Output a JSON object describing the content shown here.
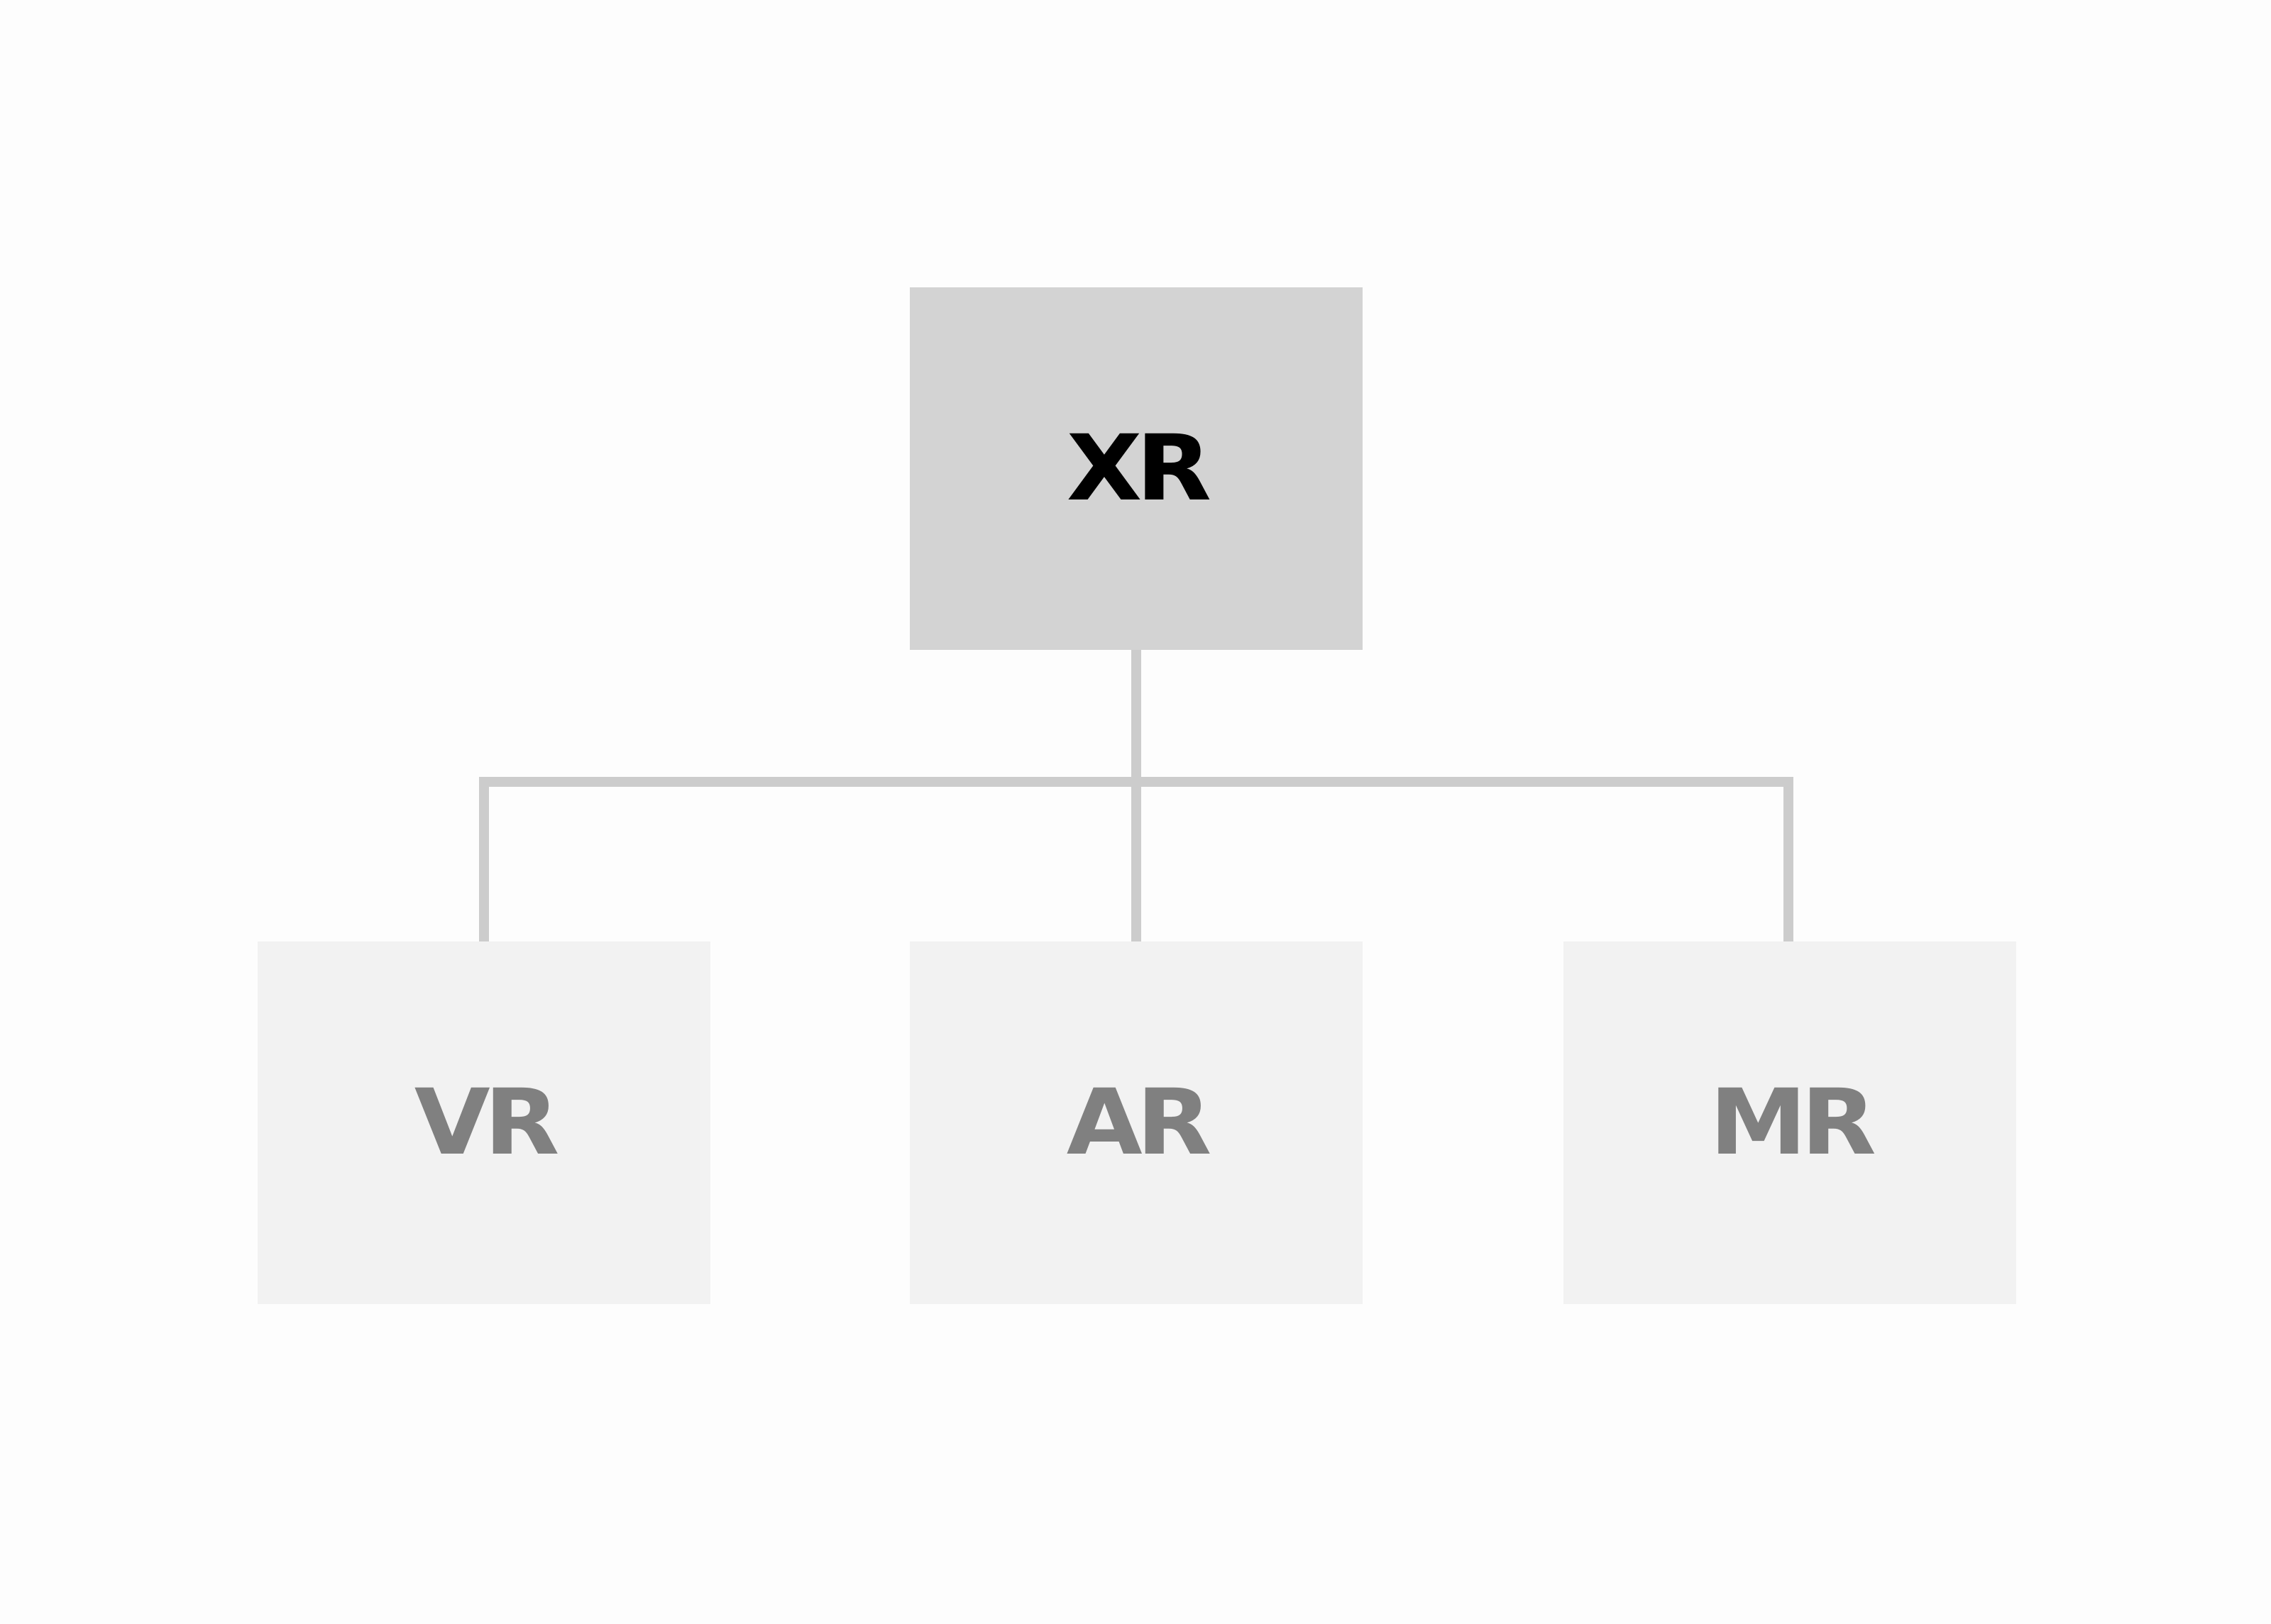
{
  "diagram": {
    "root": {
      "label": "XR",
      "fill": "#d3d3d3",
      "text_color": "#000000"
    },
    "children": [
      {
        "label": "VR",
        "fill": "#f2f2f2",
        "text_color": "#808080"
      },
      {
        "label": "AR",
        "fill": "#f2f2f2",
        "text_color": "#808080"
      },
      {
        "label": "MR",
        "fill": "#f2f2f2",
        "text_color": "#808080"
      }
    ],
    "connector_color": "#cccccc",
    "background": "#fdfdfd"
  }
}
